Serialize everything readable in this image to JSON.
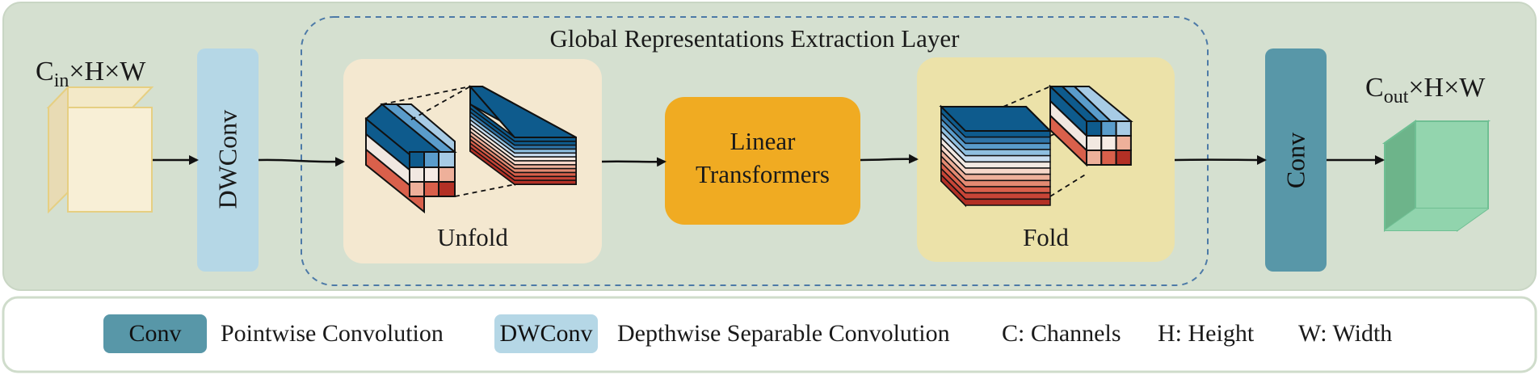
{
  "colors": {
    "panel_bg": "#d5e0d0",
    "panel_border": "#c9d6c4",
    "inner_border": "#4d7aa7",
    "dwconv_fill": "#b5d7e6",
    "conv_fill": "#5897a8",
    "unfold_bg": "#f4e8d0",
    "fold_bg": "#ece2a9",
    "transformer_fill": "#f0ab22",
    "cube_in": "#f6edd0",
    "cube_out": "#8fd3ab",
    "dark_blue": "#0e5b8d",
    "mid_blue": "#5a9ccb",
    "light_blue": "#a7cbe5",
    "pale": "#f1e8e1",
    "light_red": "#eeb09a",
    "mid_red": "#d9604b",
    "dark_red": "#b33025"
  },
  "diagram": {
    "input_label": {
      "main": "C",
      "sub": "in",
      "rest": "×H×W"
    },
    "output_label": {
      "main": "C",
      "sub": "out",
      "rest": "×H×W"
    },
    "dwconv_label": "DWConv",
    "conv_label": "Conv",
    "group_title": "Global Representations Extraction Layer",
    "unfold_label": "Unfold",
    "transformer_label_line1": "Linear",
    "transformer_label_line2": "Transformers",
    "fold_label": "Fold"
  },
  "legend": {
    "conv_chip": "Conv",
    "conv_desc": "Pointwise Convolution",
    "dwconv_chip": "DWConv",
    "dwconv_desc": "Depthwise Separable Convolution",
    "channels": "C: Channels",
    "height": "H: Height",
    "width": "W: Width"
  }
}
